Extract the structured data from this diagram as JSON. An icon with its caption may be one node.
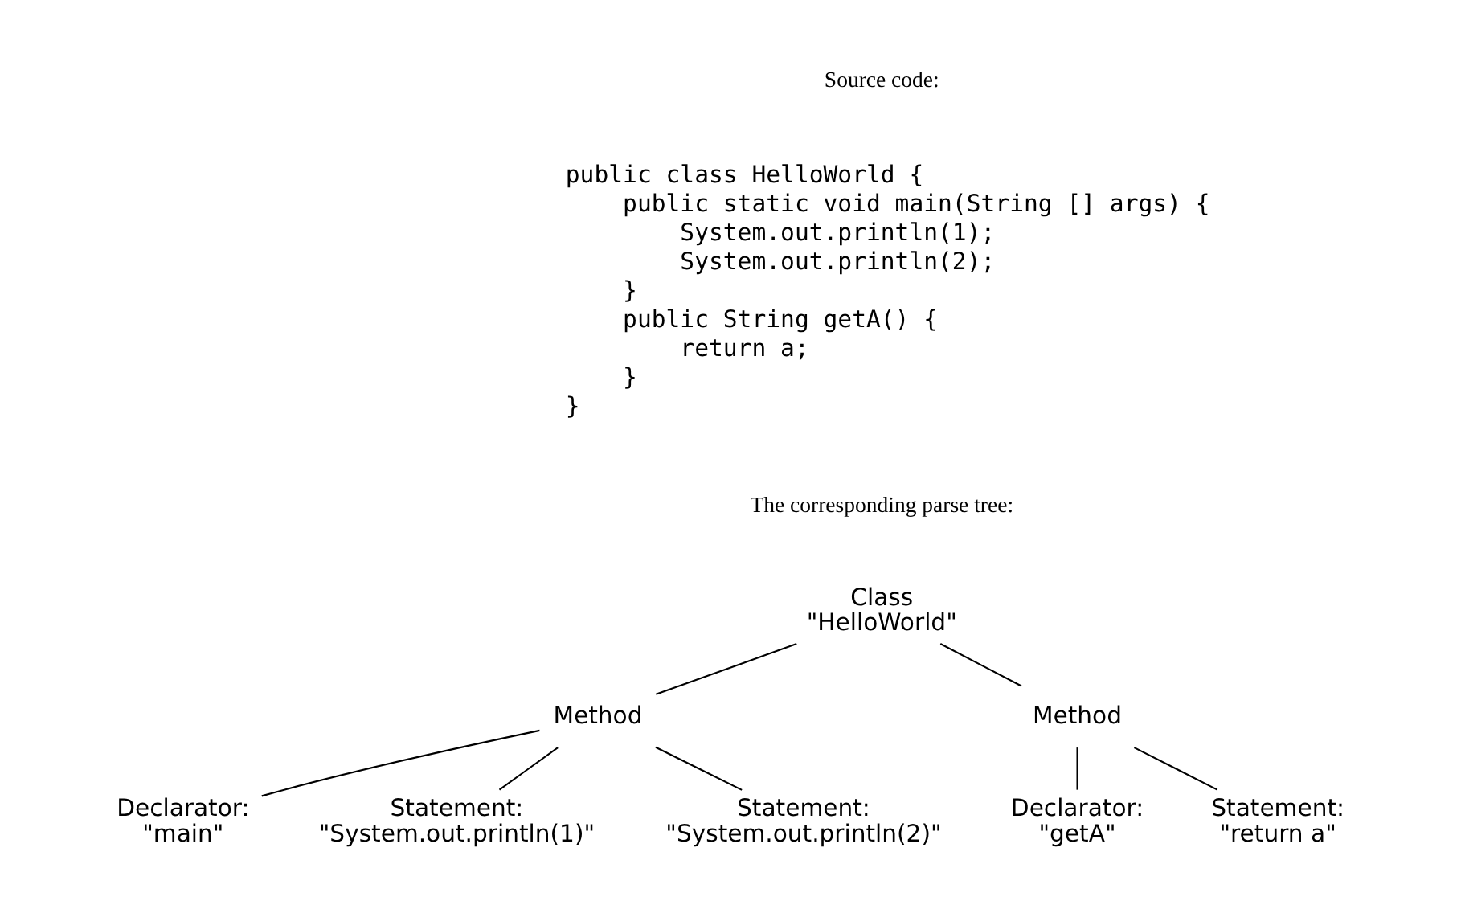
{
  "diagram": {
    "nodes": [
      {
        "text": [
          "Class",
          "\"HelloWorld\""
        ]
      },
      {
        "text": [
          "Method"
        ]
      },
      {
        "text": [
          "Method"
        ]
      },
      {
        "text": [
          "Declarator:",
          "\"main\""
        ]
      },
      {
        "text": [
          "Statement:",
          "\"System.out.println(1)\""
        ]
      },
      {
        "text": [
          "Statement:",
          "\"System.out.println(2)\""
        ]
      },
      {
        "text": [
          "Declarator:",
          "\"getA\""
        ]
      },
      {
        "text": [
          "Statement:",
          "\"return a\""
        ]
      }
    ],
    "edges": [
      {
        "from": 0,
        "to": 1,
        "arrow": "none"
      },
      {
        "from": 0,
        "to": 2,
        "arrow": "none"
      },
      {
        "from": 1,
        "to": 3,
        "arrow": "none"
      },
      {
        "from": 1,
        "to": 4,
        "arrow": "none"
      },
      {
        "from": 1,
        "to": 5,
        "arrow": "none"
      },
      {
        "from": 2,
        "to": 6,
        "arrow": "none"
      },
      {
        "from": 2,
        "to": 7,
        "arrow": "none"
      }
    ],
    "labels": [
      "Source code:",
      "public class HelloWorld {",
      "    public static void main(String [] args) {",
      "        System.out.println(1);",
      "        System.out.println(2);",
      "    }",
      "    public String getA() {",
      "        return a;",
      "    }",
      "}",
      "The corresponding parse tree:"
    ]
  }
}
